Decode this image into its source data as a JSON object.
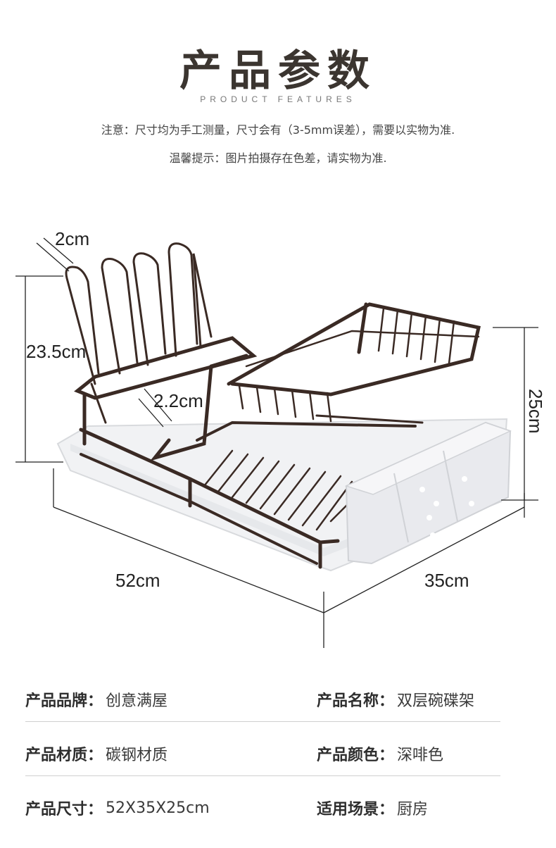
{
  "header": {
    "title": "产品参数",
    "subtitle": "PRODUCT FEATURES",
    "note": "注意：尺寸均为手工测量，尺寸会有（3-5mm误差），需要以实物为准.",
    "tip": "温馨提示：图片拍摄存在色差，请实物为准."
  },
  "dimensions": {
    "hook_gap": "2cm",
    "rack_height": "23.5cm",
    "slot_gap": "2.2cm",
    "total_height": "25cm",
    "length": "52cm",
    "width": "35cm"
  },
  "specs": [
    {
      "left_label": "产品品牌：",
      "left_value": "创意满屋",
      "right_label": "产品名称：",
      "right_value": "双层碗碟架"
    },
    {
      "left_label": "产品材质：",
      "left_value": "碳钢材质",
      "right_label": "产品颜色：",
      "right_value": "深啡色"
    },
    {
      "left_label": "产品尺寸：",
      "left_value": "52X35X25cm",
      "right_label": "适用场景：",
      "right_value": "厨房"
    }
  ],
  "colors": {
    "rack": "#3a2a24",
    "tray": "#f1f2f4",
    "dimension_line": "#222222"
  }
}
